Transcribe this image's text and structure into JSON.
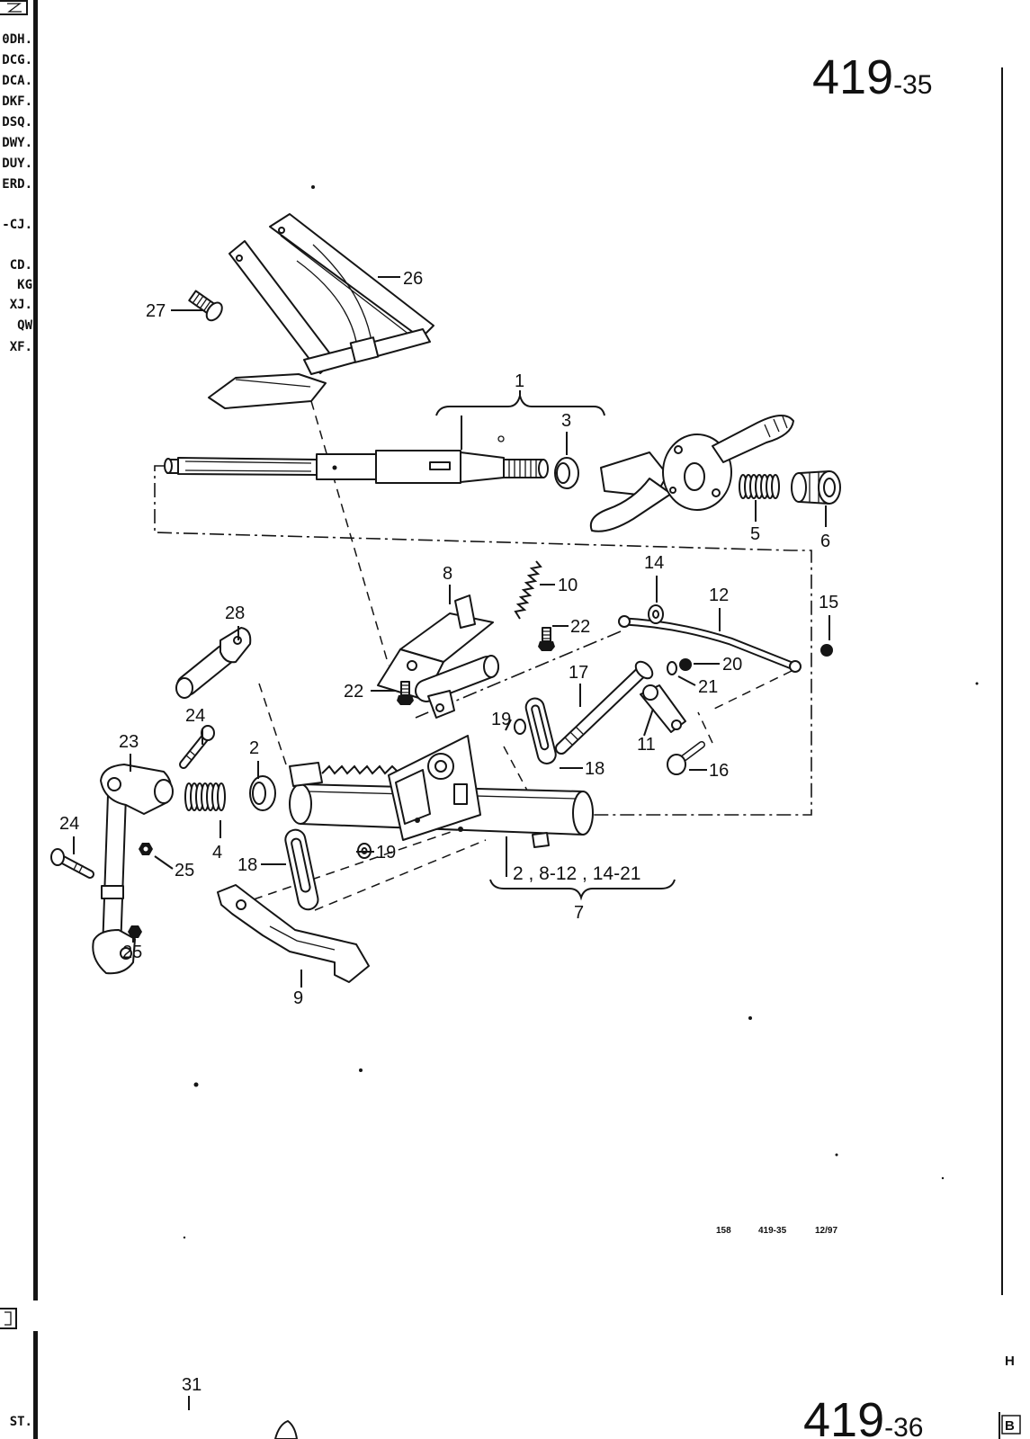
{
  "page_header": {
    "number": "419",
    "suffix": "-35"
  },
  "next_page_header": {
    "number": "419",
    "suffix": "-36"
  },
  "margin_codes": [
    "0DH.",
    "DCG.",
    "DCA.",
    "DKF.",
    "DSQ.",
    "DWY.",
    "DUY.",
    "ERD.",
    "-CJ.",
    "CD.",
    "KG",
    "XJ.",
    "QW",
    "XF."
  ],
  "margin_code_bottom": "ST.",
  "callouts": [
    "26",
    "27",
    "1",
    "3",
    "5",
    "6",
    "8",
    "10",
    "14",
    "12",
    "15",
    "28",
    "22",
    "20",
    "21",
    "17",
    "22",
    "24",
    "19",
    "11",
    "23",
    "2",
    "18",
    "16",
    "24",
    "4",
    "25",
    "18",
    "19",
    "7",
    "25",
    "9"
  ],
  "assembly_group": {
    "components": "2 , 8-12 , 14-21"
  },
  "footer": {
    "sheet": "158",
    "page": "419-35",
    "date": "12/97"
  },
  "next_page_callout": "31",
  "right_edge_marks": [
    "H",
    "B"
  ]
}
